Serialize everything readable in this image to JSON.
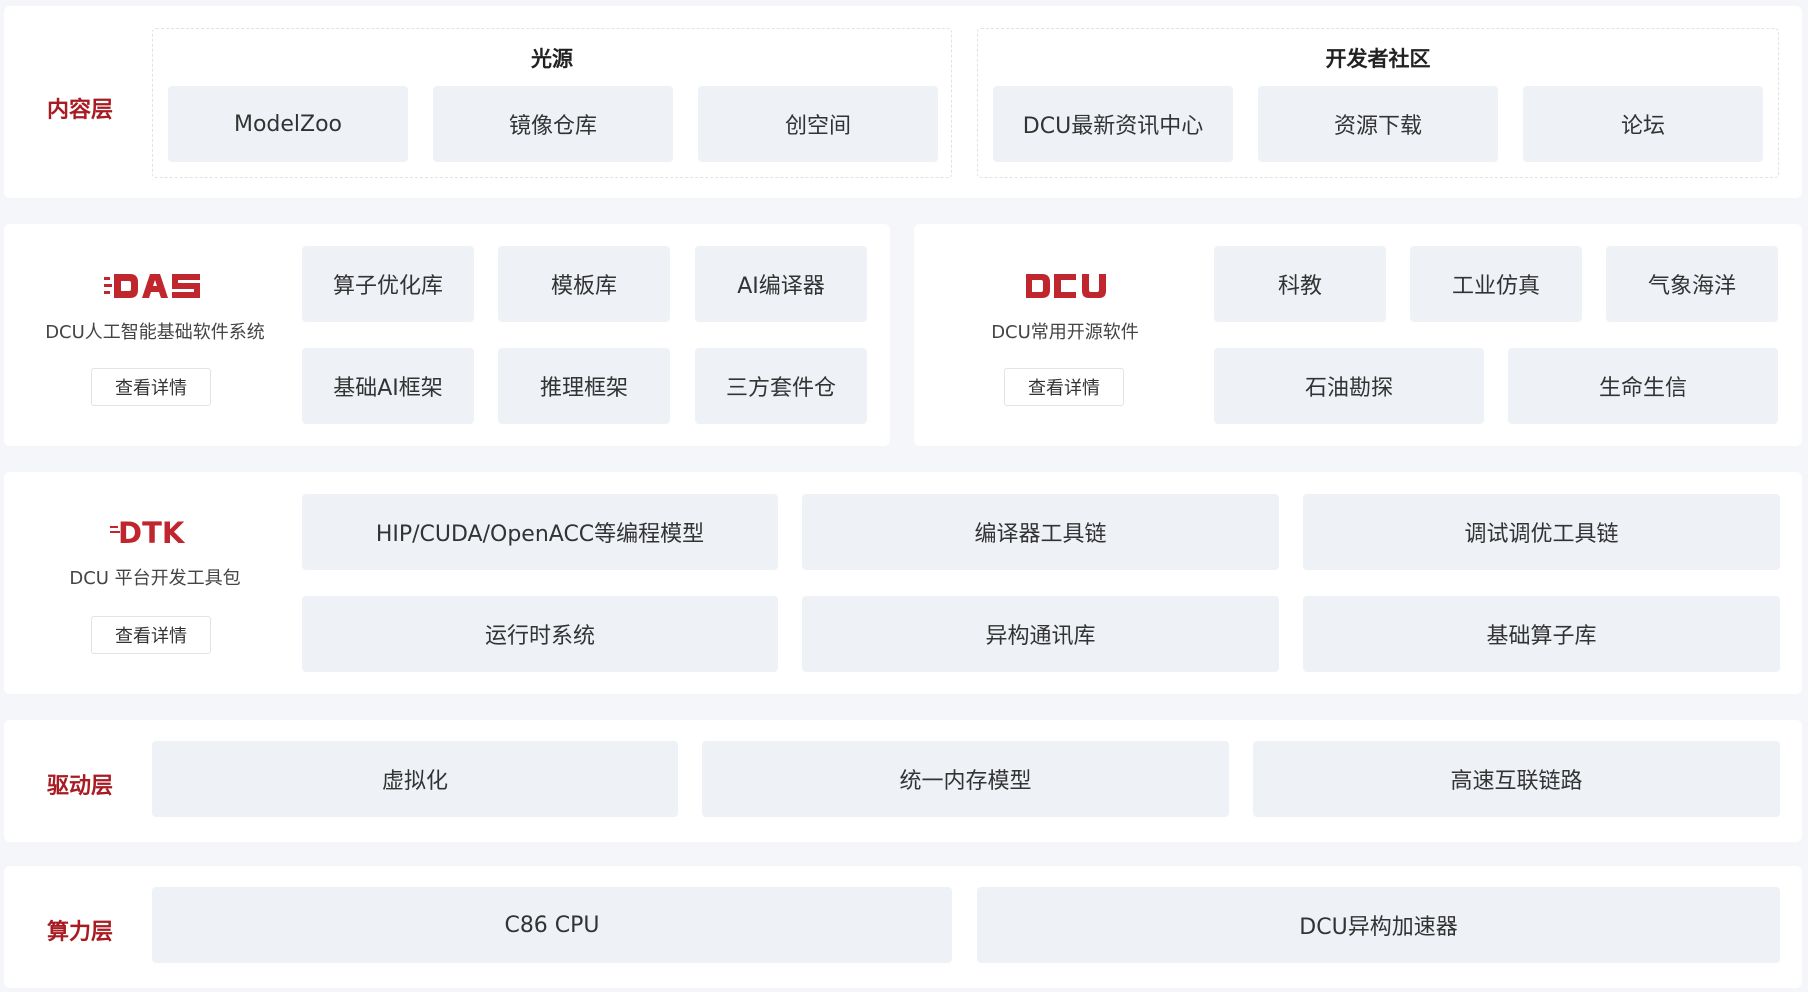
{
  "content_layer": {
    "label": "内容层",
    "guangyuan": {
      "title": "光源",
      "items": [
        "ModelZoo",
        "镜像仓库",
        "创空间"
      ]
    },
    "community": {
      "title": "开发者社区",
      "items": [
        "DCU最新资讯中心",
        "资源下载",
        "论坛"
      ]
    }
  },
  "das": {
    "logo_text": "DAS",
    "subtitle": "DCU人工智能基础软件系统",
    "detail_label": "查看详情",
    "items": [
      "算子优化库",
      "模板库",
      "AI编译器",
      "基础AI框架",
      "推理框架",
      "三方套件仓"
    ]
  },
  "dcu": {
    "logo_text": "DCU",
    "subtitle": "DCU常用开源软件",
    "detail_label": "查看详情",
    "items": [
      "科教",
      "工业仿真",
      "气象海洋",
      "石油勘探",
      "生命生信"
    ]
  },
  "dtk": {
    "logo_text": "DTK",
    "subtitle": "DCU 平台开发工具包",
    "detail_label": "查看详情",
    "items": [
      "HIP/CUDA/OpenACC等编程模型",
      "编译器工具链",
      "调试调优工具链",
      "运行时系统",
      "异构通讯库",
      "基础算子库"
    ]
  },
  "driver_layer": {
    "label": "驱动层",
    "items": [
      "虚拟化",
      "统一内存模型",
      "高速互联链路"
    ]
  },
  "compute_layer": {
    "label": "算力层",
    "items": [
      "C86 CPU",
      "DCU异构加速器"
    ]
  },
  "colors": {
    "brand_red": "#c0262d",
    "label_red": "#a81b22",
    "tile_bg": "#eef2f7"
  },
  "icons": [
    "das-logo-icon",
    "dcu-logo-icon",
    "dtk-logo-icon"
  ]
}
